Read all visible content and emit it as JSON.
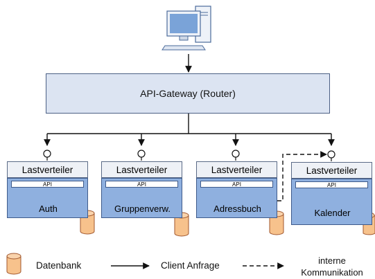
{
  "gateway": {
    "label": "API-Gateway (Router)"
  },
  "services": [
    {
      "balancer_label": "Lastverteiler",
      "api_label": "API",
      "name": "Auth"
    },
    {
      "balancer_label": "Lastverteiler",
      "api_label": "API",
      "name": "Gruppenverw."
    },
    {
      "balancer_label": "Lastverteiler",
      "api_label": "API",
      "name": "Adressbuch"
    },
    {
      "balancer_label": "Lastverteiler",
      "api_label": "API",
      "name": "Kalender"
    }
  ],
  "legend": {
    "database_label": "Datenbank",
    "client_request_label": "Client Anfrage",
    "internal_communication_label": "interne Kommunikation"
  },
  "colors": {
    "gateway_fill": "#dce4f2",
    "service_fill": "#8fb0df",
    "database_fill": "#f7c28c",
    "balancer_fill": "#eef1f6"
  }
}
